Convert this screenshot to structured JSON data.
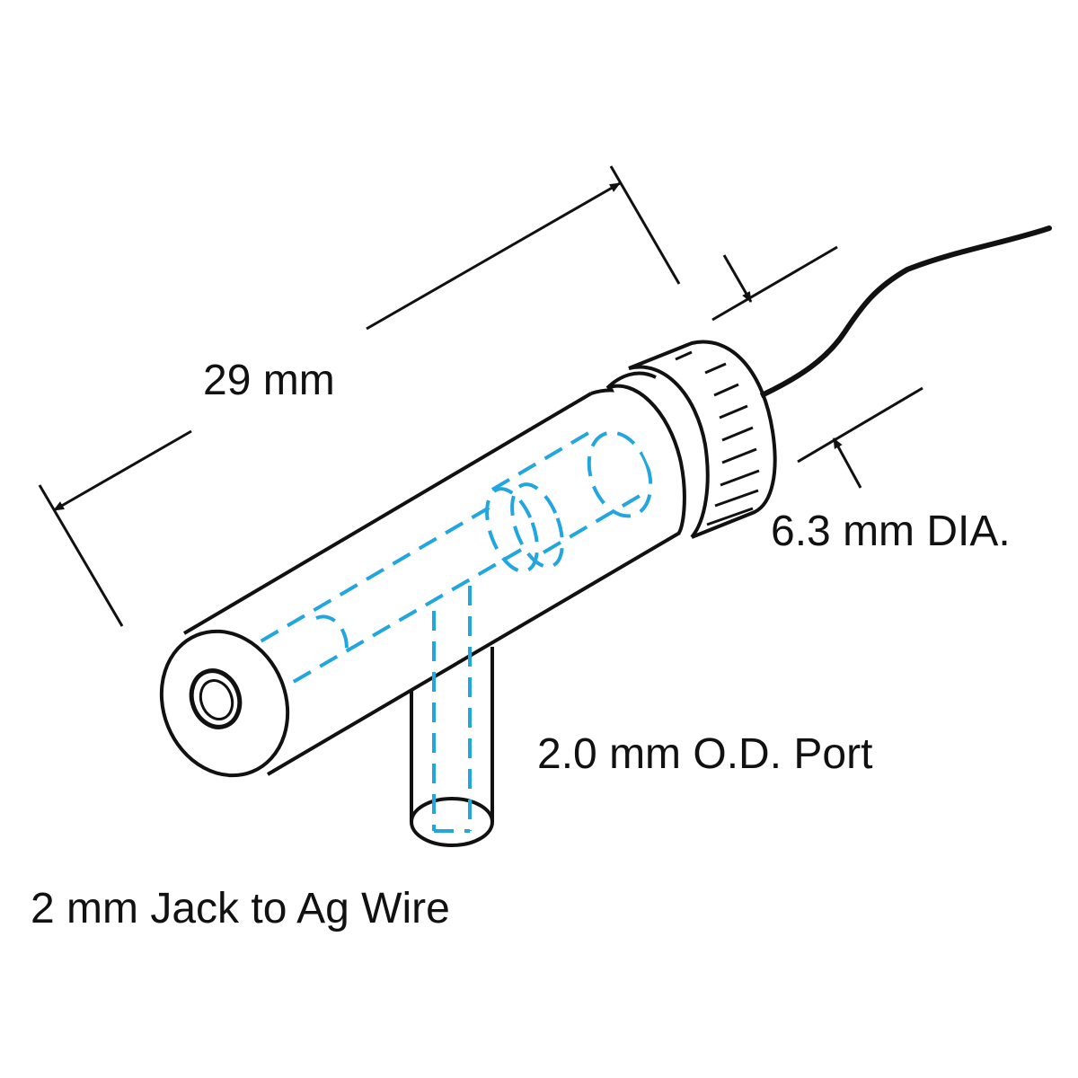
{
  "labels": {
    "length": "29 mm",
    "diameter": "6.3 mm DIA.",
    "port": "2.0 mm O.D. Port",
    "jack": "2 mm Jack to Ag Wire"
  },
  "colors": {
    "outline": "#111111",
    "hidden_lines": "#22a6e0",
    "background": "#ffffff"
  }
}
